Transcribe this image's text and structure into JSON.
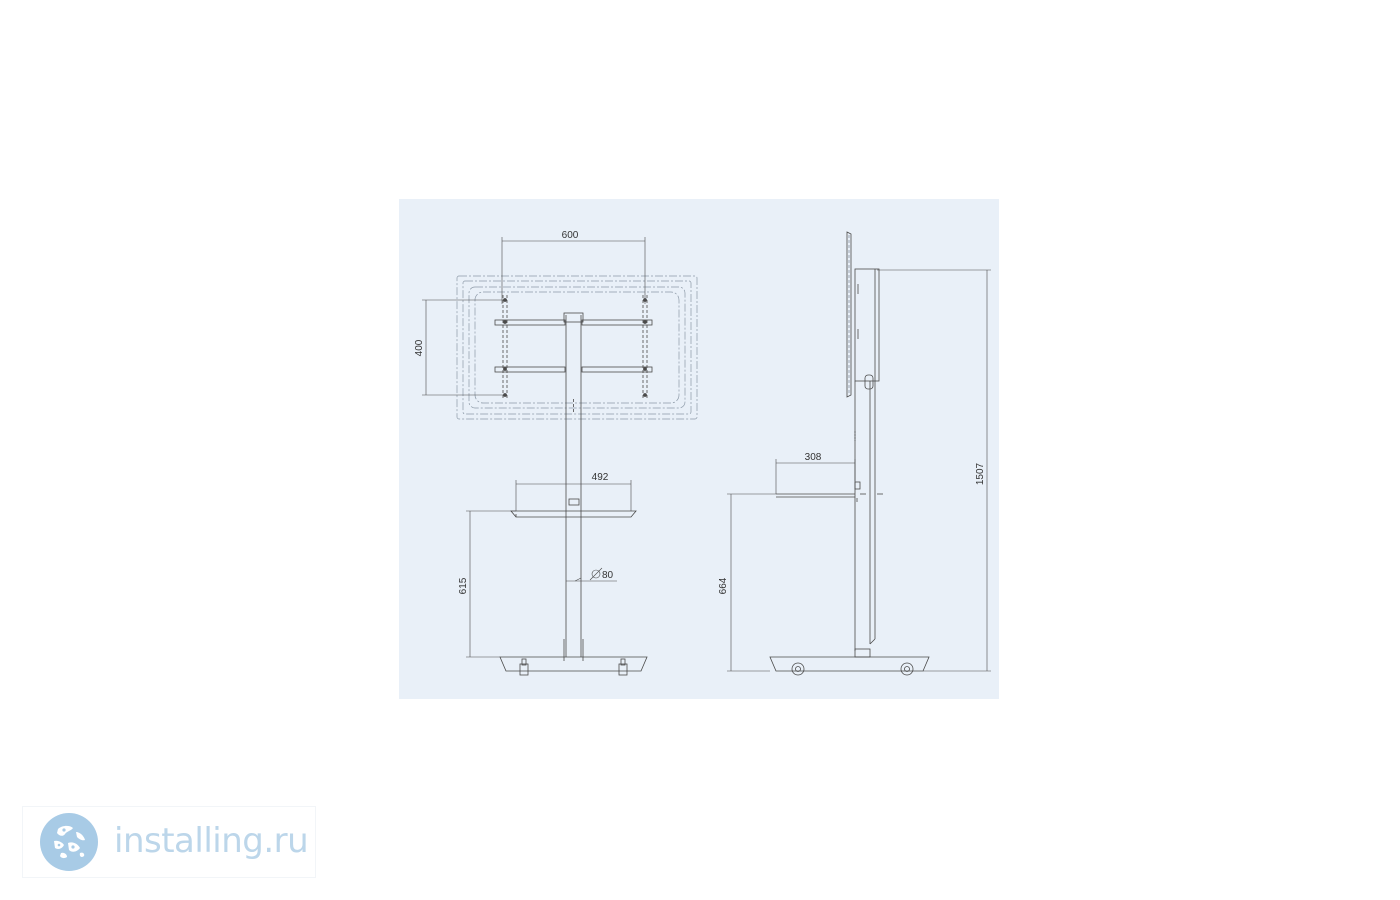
{
  "drawing": {
    "front_view": {
      "mount_width": "600",
      "mount_height": "400",
      "shelf_width": "492",
      "shelf_height": "615",
      "pole_diameter_symbol": "∅",
      "pole_diameter": "80"
    },
    "side_view": {
      "shelf_depth": "308",
      "shelf_height": "664",
      "total_height": "1507"
    }
  },
  "watermark": {
    "text": "installing.ru",
    "logo_icon": "globe-logo-icon"
  },
  "colors": {
    "panel_background": "#e9f0f8",
    "line": "#4a4a4a",
    "dash": "#7a8a99",
    "watermark_text": "#bcd6ea",
    "watermark_logo": "#a8cbe6"
  }
}
